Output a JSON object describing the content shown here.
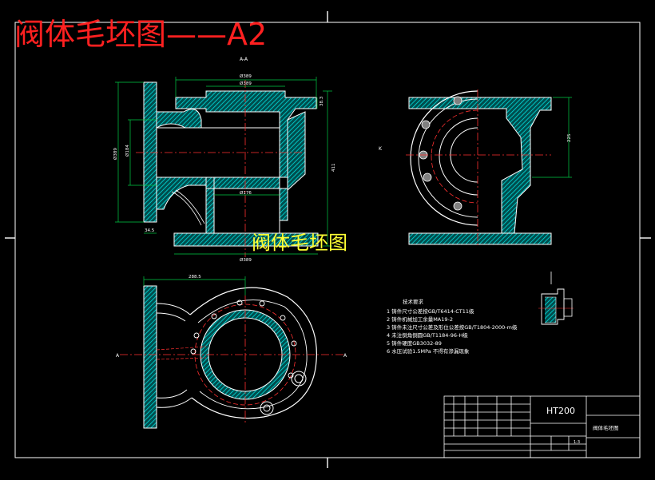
{
  "titles": {
    "main": "阀体毛坯图——A2",
    "center": "阀体毛坯图"
  },
  "section_label": "A-A",
  "section_marks": {
    "left": "A",
    "right": "A",
    "arrow_symbol": "K"
  },
  "notes": {
    "heading": "技术要求",
    "items": [
      "1  铸件尺寸公差按GB/T6414-CT11级",
      "2  铸件机械加工余量MA19-2",
      "3  铸件未注尺寸公差及形位公差按GB/T1804-2000-m级",
      "4  未注倒角倒圆GB/T1184-96-H级",
      "5  铸件硬度GB3032-89",
      "6  水压试验1.5MPa 不得有渗漏现象"
    ]
  },
  "dimensions": {
    "top_width": "Ø389",
    "flange_dia": "Ø389",
    "inner_dia": "Ø184",
    "bottom_inner": "Ø176",
    "bottom_width": "Ø389",
    "small_left": "34.5",
    "right_height": "225",
    "overall_height": "411",
    "plan_width": "288.5",
    "top_right": "38.3"
  },
  "title_block": {
    "material": "HT200",
    "part_name": "阀体毛坯图",
    "scale": "1:3"
  },
  "colors": {
    "background": "#000000",
    "outline": "#ffffff",
    "hatch": "#00cccc",
    "dimension": "#00cc44",
    "center_line": "#ff3030",
    "title_red": "#ff2020",
    "title_yellow": "#ffff33"
  }
}
